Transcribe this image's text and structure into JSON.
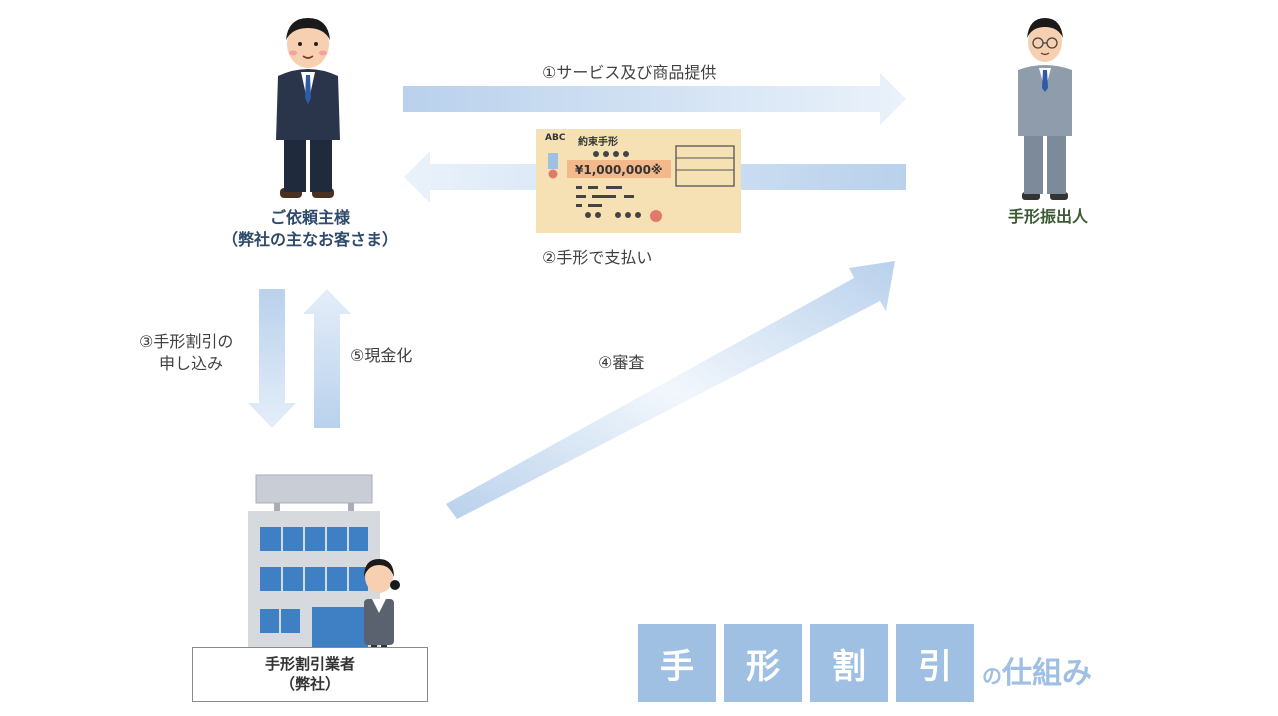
{
  "labels": {
    "step1": "①サービス及び商品提供",
    "step2": "②手形で支払い",
    "step3_line1": "③手形割引の",
    "step3_line2": "申し込み",
    "step4": "④審査",
    "step5": "⑤現金化"
  },
  "client": {
    "line1": "ご依頼主様",
    "line2": "（弊社の主なお客さま）"
  },
  "issuer": {
    "label": "手形振出人"
  },
  "firm": {
    "line1": "手形割引業者",
    "line2": "（弊社）"
  },
  "note": {
    "header": "約束手形",
    "amount": "¥1,000,000※",
    "code": "ABC"
  },
  "title": {
    "tiles": [
      "手",
      "形",
      "割",
      "引"
    ],
    "suffix_small": "の",
    "suffix": "仕組み"
  },
  "colors": {
    "arrow": "#b9d1ec",
    "tile": "#9fc0e2",
    "client_label": "#2f4a6a",
    "issuer_label": "#3b5a34"
  }
}
